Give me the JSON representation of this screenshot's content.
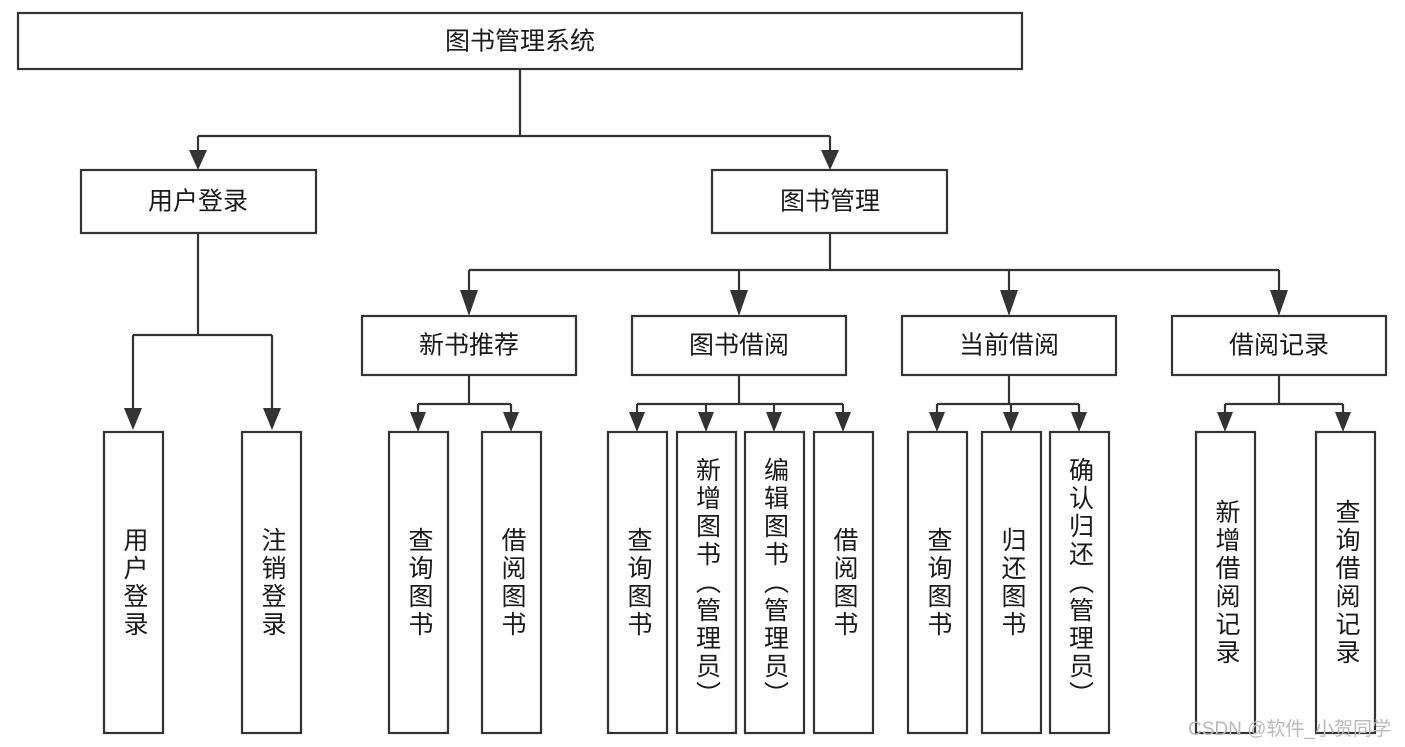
{
  "diagram": {
    "type": "tree-hierarchy",
    "title": "图书管理系统",
    "watermark": "CSDN @软件_小贺同学",
    "colors": {
      "stroke": "#333333",
      "fill": "#ffffff",
      "text": "#1a1a1a",
      "watermark": "#b9b9b9",
      "background": "#ffffff"
    },
    "levels": [
      {
        "level": 1,
        "nodes": [
          {
            "id": "root",
            "label": "图书管理系统",
            "orientation": "horizontal"
          }
        ]
      },
      {
        "level": 2,
        "nodes": [
          {
            "id": "user-login",
            "label": "用户登录",
            "orientation": "horizontal",
            "parent": "root"
          },
          {
            "id": "book-manage",
            "label": "图书管理",
            "orientation": "horizontal",
            "parent": "root"
          }
        ]
      },
      {
        "level": 3,
        "nodes": [
          {
            "id": "new-book-recommend",
            "label": "新书推荐",
            "orientation": "horizontal",
            "parent": "book-manage"
          },
          {
            "id": "book-borrow",
            "label": "图书借阅",
            "orientation": "horizontal",
            "parent": "book-manage"
          },
          {
            "id": "current-borrow",
            "label": "当前借阅",
            "orientation": "horizontal",
            "parent": "book-manage"
          },
          {
            "id": "borrow-record",
            "label": "借阅记录",
            "orientation": "horizontal",
            "parent": "book-manage"
          }
        ]
      },
      {
        "level": 4,
        "nodes": [
          {
            "id": "leaf-user-login",
            "label": "用户登录",
            "orientation": "vertical",
            "parent": "user-login"
          },
          {
            "id": "leaf-logout",
            "label": "注销登录",
            "orientation": "vertical",
            "parent": "user-login"
          },
          {
            "id": "leaf-query-book-1",
            "label": "查询图书",
            "orientation": "vertical",
            "parent": "new-book-recommend"
          },
          {
            "id": "leaf-borrow-book-1",
            "label": "借阅图书",
            "orientation": "vertical",
            "parent": "new-book-recommend"
          },
          {
            "id": "leaf-query-book-2",
            "label": "查询图书",
            "orientation": "vertical",
            "parent": "book-borrow"
          },
          {
            "id": "leaf-add-book",
            "label": "新增图书（管理员）",
            "orientation": "vertical",
            "parent": "book-borrow"
          },
          {
            "id": "leaf-edit-book",
            "label": "编辑图书（管理员）",
            "orientation": "vertical",
            "parent": "book-borrow"
          },
          {
            "id": "leaf-borrow-book-2",
            "label": "借阅图书",
            "orientation": "vertical",
            "parent": "book-borrow"
          },
          {
            "id": "leaf-query-book-3",
            "label": "查询图书",
            "orientation": "vertical",
            "parent": "current-borrow"
          },
          {
            "id": "leaf-return-book",
            "label": "归还图书",
            "orientation": "vertical",
            "parent": "current-borrow"
          },
          {
            "id": "leaf-confirm-return",
            "label": "确认归还（管理员）",
            "orientation": "vertical",
            "parent": "current-borrow"
          },
          {
            "id": "leaf-add-record",
            "label": "新增借阅记录",
            "orientation": "vertical",
            "parent": "borrow-record"
          },
          {
            "id": "leaf-query-record",
            "label": "查询借阅记录",
            "orientation": "vertical",
            "parent": "borrow-record"
          }
        ]
      }
    ]
  }
}
